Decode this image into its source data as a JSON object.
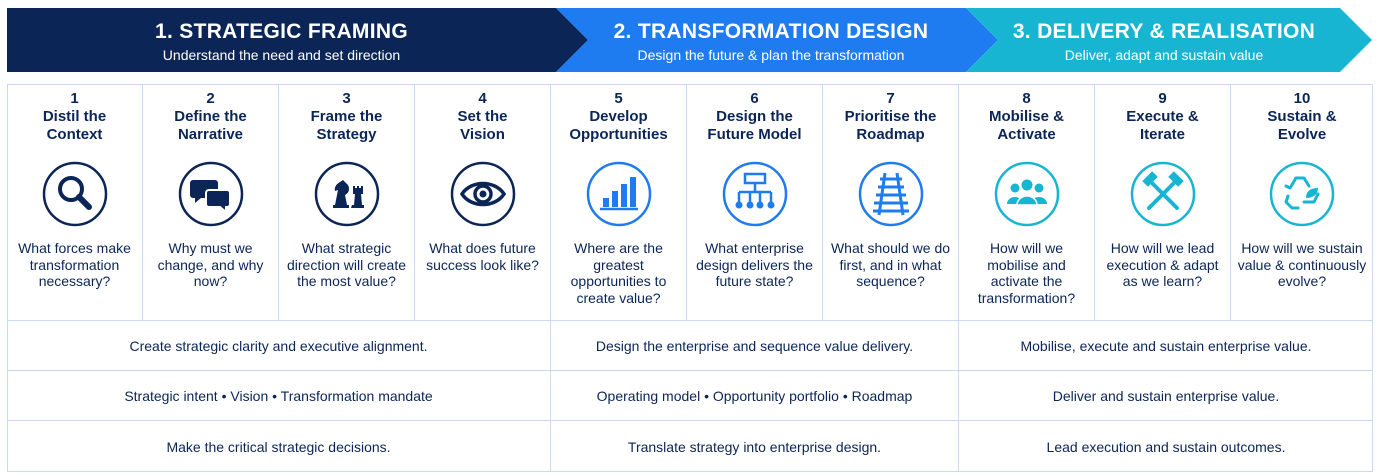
{
  "phases": [
    {
      "title": "1. STRATEGIC FRAMING",
      "subtitle": "Understand the need and set direction",
      "color": "#0b2556"
    },
    {
      "title": "2. TRANSFORMATION DESIGN",
      "subtitle": "Design the future & plan the transformation",
      "color": "#1f7bf0"
    },
    {
      "title": "3. DELIVERY & REALISATION",
      "subtitle": "Deliver, adapt and sustain value",
      "color": "#18b5d3"
    }
  ],
  "steps": [
    {
      "number": "1",
      "name_line1": "Distil the",
      "name_line2": "Context",
      "icon": "magnifier-icon",
      "question": "What forces make transformation necessary?"
    },
    {
      "number": "2",
      "name_line1": "Define the",
      "name_line2": "Narrative",
      "icon": "speech-bubbles-icon",
      "question": "Why must we change, and why now?"
    },
    {
      "number": "3",
      "name_line1": "Frame the",
      "name_line2": "Strategy",
      "icon": "chess-pieces-icon",
      "question": "What strategic direction will create the most value?"
    },
    {
      "number": "4",
      "name_line1": "Set the",
      "name_line2": "Vision",
      "icon": "eye-icon",
      "question": "What does future success look like?"
    },
    {
      "number": "5",
      "name_line1": "Develop",
      "name_line2": "Opportunities",
      "icon": "bar-chart-icon",
      "question": "Where are the greatest opportunities to create value?"
    },
    {
      "number": "6",
      "name_line1": "Design the",
      "name_line2": "Future Model",
      "icon": "org-chart-icon",
      "question": "What enterprise design delivers the future state?"
    },
    {
      "number": "7",
      "name_line1": "Prioritise the",
      "name_line2": "Roadmap",
      "icon": "railway-track-icon",
      "question": "What should we do first, and in what sequence?"
    },
    {
      "number": "8",
      "name_line1": "Mobilise &",
      "name_line2": "Activate",
      "icon": "team-icon",
      "question": "How will we mobilise and activate the transformation?"
    },
    {
      "number": "9",
      "name_line1": "Execute &",
      "name_line2": "Iterate",
      "icon": "hammers-icon",
      "question": "How will we lead execution & adapt as we learn?"
    },
    {
      "number": "10",
      "name_line1": "Sustain &",
      "name_line2": "Evolve",
      "icon": "recycle-leaf-icon",
      "question": "How will we sustain value & continuously evolve?"
    }
  ],
  "rows": [
    [
      "Create strategic clarity and executive alignment.",
      "Design the enterprise and sequence value delivery.",
      "Mobilise, execute and sustain enterprise value."
    ],
    [
      "Strategic intent • Vision • Transformation mandate",
      "Operating model • Opportunity portfolio • Roadmap",
      "Deliver and sustain enterprise value."
    ],
    [
      "Make the critical strategic decisions.",
      "Translate strategy into enterprise design.",
      "Lead execution and sustain outcomes."
    ]
  ]
}
